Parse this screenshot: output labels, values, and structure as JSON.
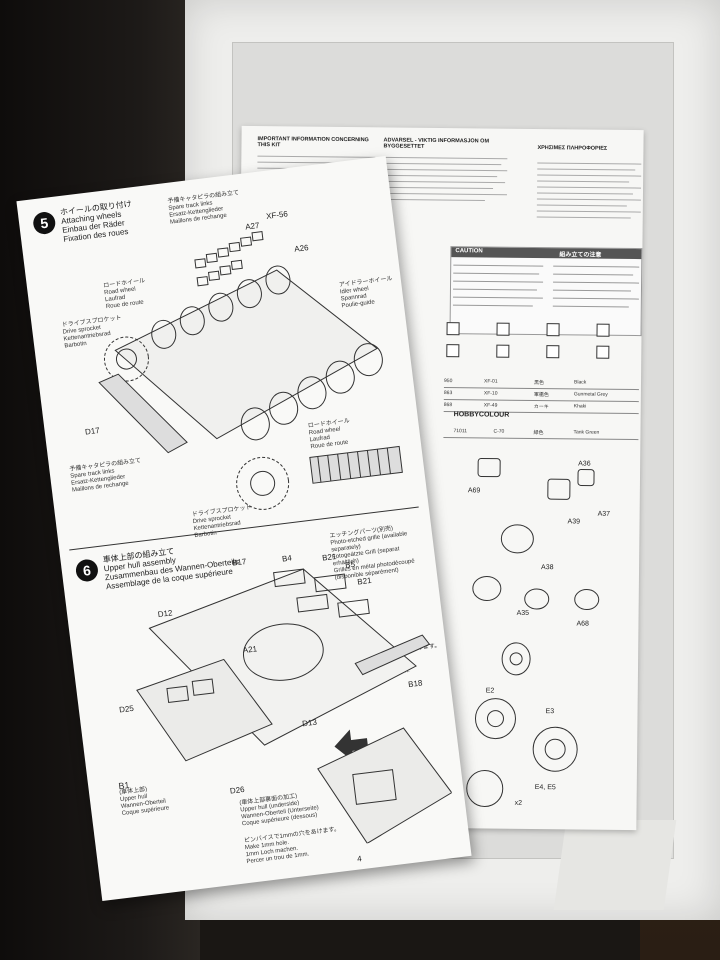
{
  "back_sheet": {
    "info_heading": "IMPORTANT INFORMATION CONCERNING THIS KIT",
    "adv_heading": "ADVARSEL - VIKTIG INFORMASJON OM BYGGESETTET",
    "greek_heading": "ΧΡΗΣΙΜΕΣ ΠΛΗΡΟΦΟΡΙΕΣ",
    "caution_title": "CAUTION",
    "caution_jp": "組み立ての注意",
    "paint_rows": [
      [
        "950",
        "XF-01",
        "黒色",
        "Black"
      ],
      [
        "863",
        "XF-10",
        "軍艦色",
        "Gunmetal Grey"
      ],
      [
        "868",
        "XF-49",
        "カーキ",
        "Khaki"
      ]
    ],
    "hobby_label": "HOBBYCOLOUR",
    "hobby_row": [
      "71011",
      "C-70",
      "緑色",
      "Tank Green"
    ],
    "parts": [
      "A36",
      "A69",
      "A37",
      "A39",
      "A38",
      "A35",
      "A68",
      "E2",
      "E3",
      "E4, E5",
      "x2"
    ]
  },
  "step5": {
    "number": "5",
    "title_jp": "ホイールの取り付け",
    "title_en": "Attaching wheels",
    "title_de": "Einbau der Räder",
    "title_fr": "Fixation des roues",
    "spare_jp": "予備キャタピラの組み立て",
    "spare_en": "Spare track links",
    "spare_de": "Ersatz-Kettenglieder",
    "spare_fr": "Maillons de rechange",
    "road_wheel_jp": "ロードホイール",
    "road_wheel_en": "Road wheel",
    "road_wheel_de": "Laufrad",
    "road_wheel_fr": "Roue de route",
    "sprocket_jp": "ドライブスプロケット",
    "sprocket_en": "Drive sprocket",
    "sprocket_de": "Kettenantriebsrad",
    "sprocket_fr": "Barbotin",
    "idler_jp": "アイドラーホイール",
    "idler_en": "Idler wheel",
    "idler_de": "Spannrad",
    "idler_fr": "Poulie-guide",
    "parts": [
      "A27",
      "A26",
      "XF-56",
      "D17"
    ]
  },
  "step6": {
    "number": "6",
    "title_jp": "車体上部の組み立て",
    "title_en": "Upper hull assembly",
    "title_de": "Zusammenbau des Wannen-Oberteils",
    "title_fr": "Assemblage de la coque supérieure",
    "etch_jp": "エッチングパーツ(別売)",
    "etch_en": "Photo-etched grille (available separately)",
    "etch_de": "Fotogeätzte Grill (separat erhältlich)",
    "etch_fr": "Grilles en métal photodécoupé (disponible séparément)",
    "pin_jp": "ピンバイスで1mmの穴をあけます。",
    "pin_en": "Make 1mm hole.",
    "pin_de": "1mm Loch machen.",
    "pin_fr": "Percer un trou de 1mm.",
    "b1_label": "B1",
    "b1_jp": "(車体上部)",
    "b1_en": "Upper hull",
    "b1_de": "Wannen-Oberteil",
    "b1_fr": "Coque supérieure",
    "underside_jp": "(車体上部裏面の加工)",
    "underside_en": "Upper hull (underside)",
    "underside_de": "Wannen-Oberteil (Unterseite)",
    "underside_fr": "Coque supérieure (dessous)",
    "parts": [
      "B17",
      "B4",
      "B21",
      "B5",
      "B21",
      "D12",
      "A21",
      "D25",
      "B18",
      "D13",
      "D26"
    ]
  },
  "page_number": "4"
}
